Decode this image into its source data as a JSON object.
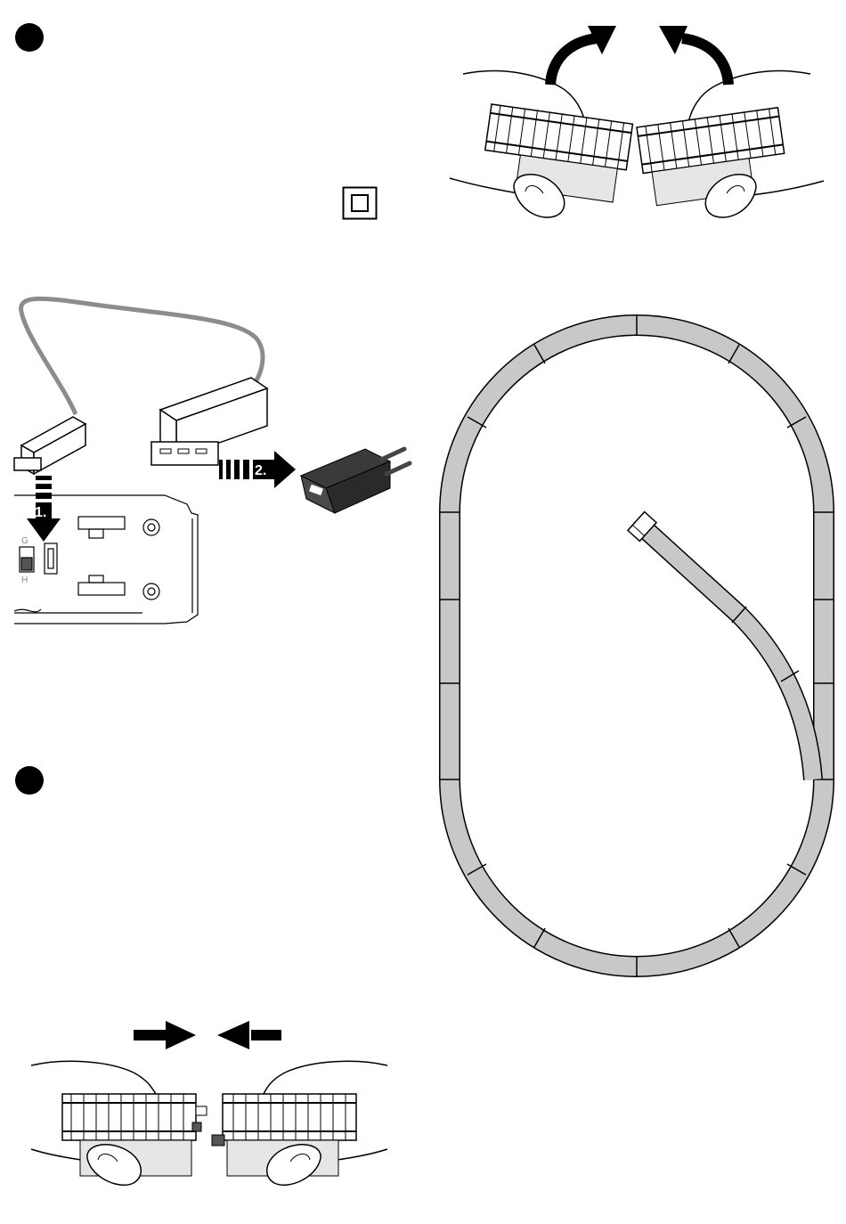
{
  "steps": [
    {
      "marker": "step-bullet-1"
    },
    {
      "marker": "step-bullet-2"
    }
  ],
  "charging": {
    "arrow1_label": "1.",
    "arrow2_label": "2."
  },
  "icons": {
    "class2": "double-insulation-icon",
    "unbend": "curved-arrows-icon",
    "join": "push-together-arrows-icon"
  },
  "colors": {
    "track_fill": "#c8c8c8",
    "ink": "#000000",
    "cable": "#8c8c8c"
  }
}
